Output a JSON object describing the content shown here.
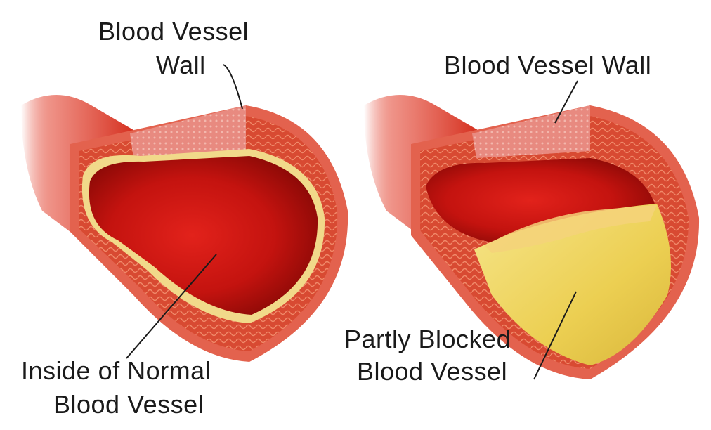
{
  "labels": {
    "left_wall_line1": "Blood Vessel",
    "left_wall_line2": "Wall",
    "left_inside_line1": "Inside of Normal",
    "left_inside_line2": "Blood Vessel",
    "right_wall": "Blood Vessel Wall",
    "right_blocked_line1": "Partly Blocked",
    "right_blocked_line2": "Blood Vessel"
  },
  "colors": {
    "lumen_red": "#c4130f",
    "outer_wall": "#e3624e",
    "muscle_layer": "#d84a32",
    "plaque_yellow": "#eccf52",
    "leader_line": "#1a1a1a"
  }
}
